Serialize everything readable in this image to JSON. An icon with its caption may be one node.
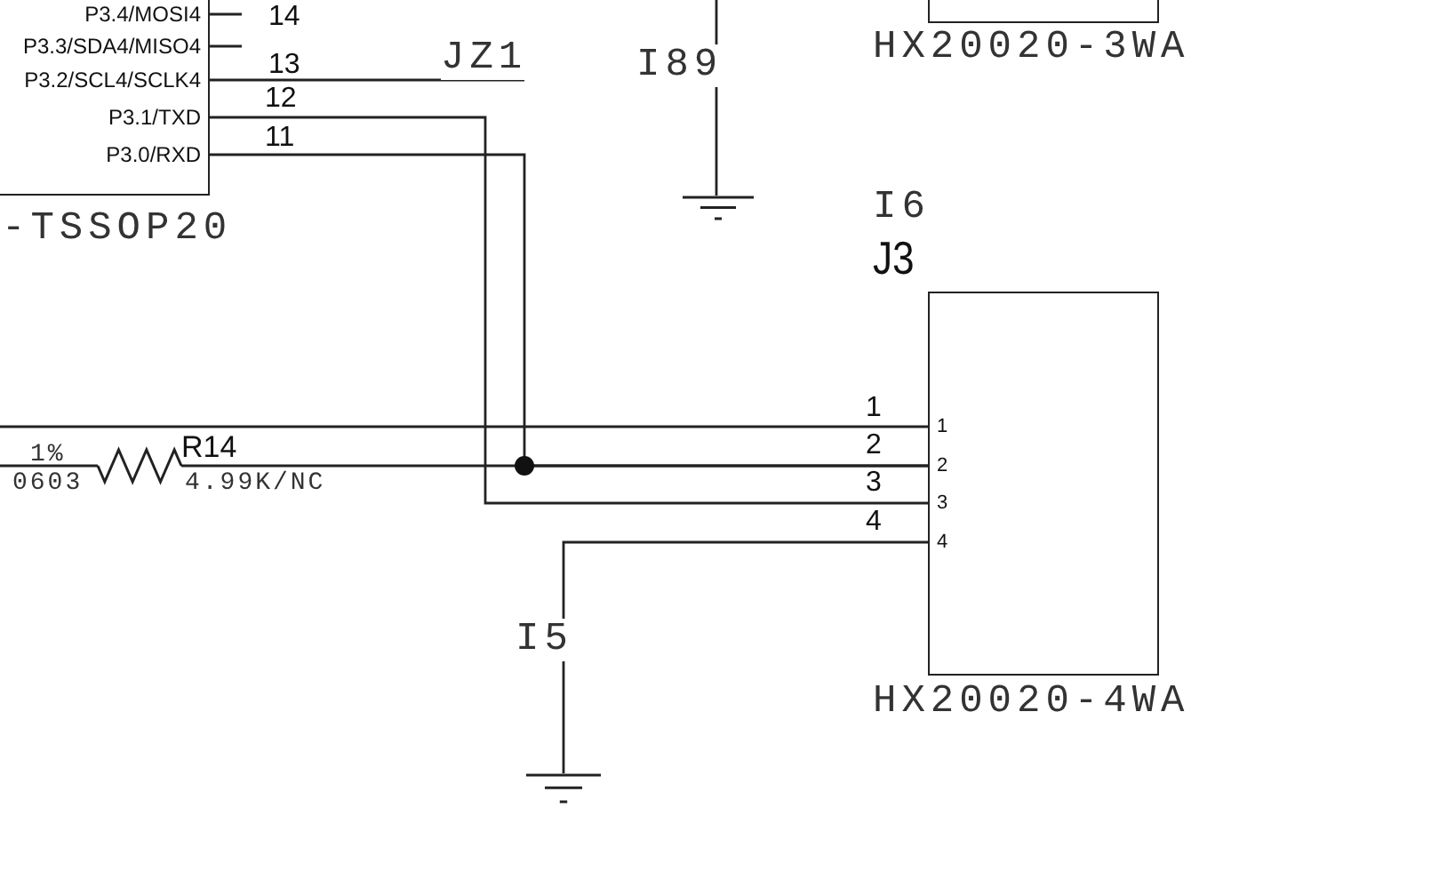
{
  "diagram": {
    "nodes": [
      {
        "text": [
          "P3.4/MOSI4",
          "P3.3/SDA4/MISO4",
          "P3.2/SCL4/SCLK4",
          "P3.1/TXD",
          "P3.0/RXD"
        ],
        "beside": [
          "-TSSOP20"
        ]
      },
      {
        "text": [
          "J3",
          "1",
          "2",
          "3",
          "4"
        ],
        "beside": [
          "I6",
          "HX20020-4WA"
        ]
      },
      {
        "text": [
          "HX20020-3WA"
        ]
      },
      {
        "text": [],
        "shape": "ground"
      },
      {
        "text": [],
        "shape": "ground"
      },
      {
        "text": [
          "R14",
          "1%",
          "0603",
          "4.99K/NC"
        ]
      }
    ],
    "edges": [
      {
        "from": 0,
        "to": null,
        "arrow": "none"
      },
      {
        "from": 0,
        "to": null,
        "arrow": "none"
      },
      {
        "from": 0,
        "to": null,
        "arrow": "none",
        "label": "JZ1"
      },
      {
        "from": 0,
        "to": 1,
        "arrow": "none"
      },
      {
        "from": 0,
        "to": 1,
        "arrow": "none"
      },
      {
        "from": null,
        "to": 1,
        "arrow": "none"
      },
      {
        "from": null,
        "to": 5,
        "arrow": "none"
      },
      {
        "from": 5,
        "to": 1,
        "arrow": "none"
      },
      {
        "from": null,
        "to": 3,
        "arrow": "none",
        "label": "I89"
      },
      {
        "from": 1,
        "to": 4,
        "arrow": "none",
        "label": "I5"
      }
    ],
    "labels": [
      "14",
      "13",
      "12",
      "11",
      "1",
      "2",
      "3",
      "4"
    ]
  }
}
